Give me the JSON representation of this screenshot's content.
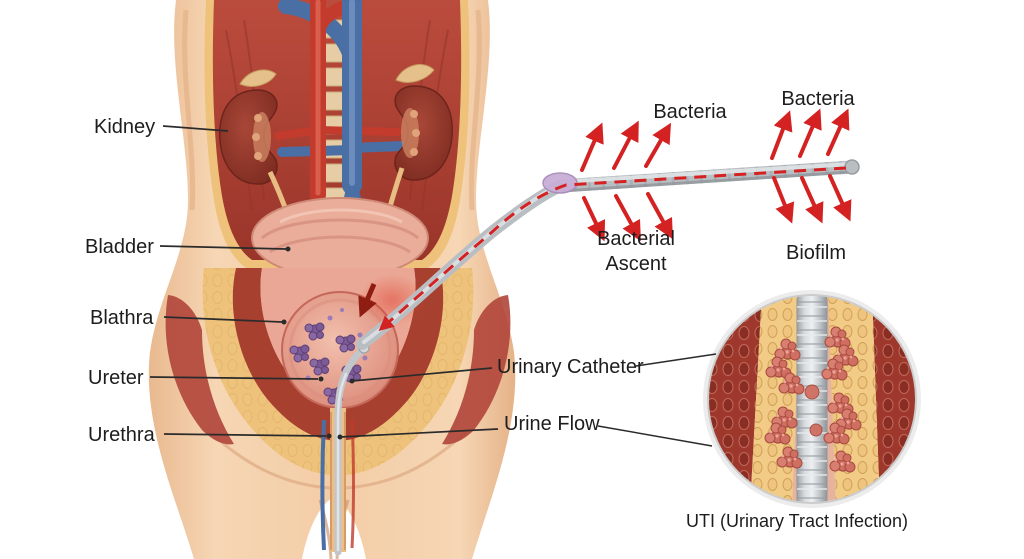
{
  "labels": {
    "kidney": "Kidney",
    "bladder": "Bladder",
    "blathra": "Blathra",
    "ureter": "Ureter",
    "urethra": "Urethra",
    "bacteria_top": "Bacteria",
    "bacteria_right": "Bacteria",
    "bacterial_ascent_1": "Bacterial",
    "bacterial_ascent_2": "Ascent",
    "biofilm": "Biofilm",
    "urinary_catheter": "Urinary Catheter",
    "urine_flow": "Urine Flow",
    "uti_caption": "UTI (Urinary Tract Infection)"
  },
  "colors": {
    "skin": "#f2cba6",
    "muscle_red": "#b0453a",
    "fat_yellow": "#eec27a",
    "kidney_dark_red": "#8e3026",
    "artery_red": "#c23b2c",
    "vein_blue": "#4a6fa5",
    "bladder_pink": "#e9a493",
    "bacteria_purple": "#7c5a96",
    "catheter_gray": "#b9bec3",
    "arrow_red": "#d42222",
    "label_text": "#1d1d1d",
    "leader_line": "#2b2b2b"
  }
}
